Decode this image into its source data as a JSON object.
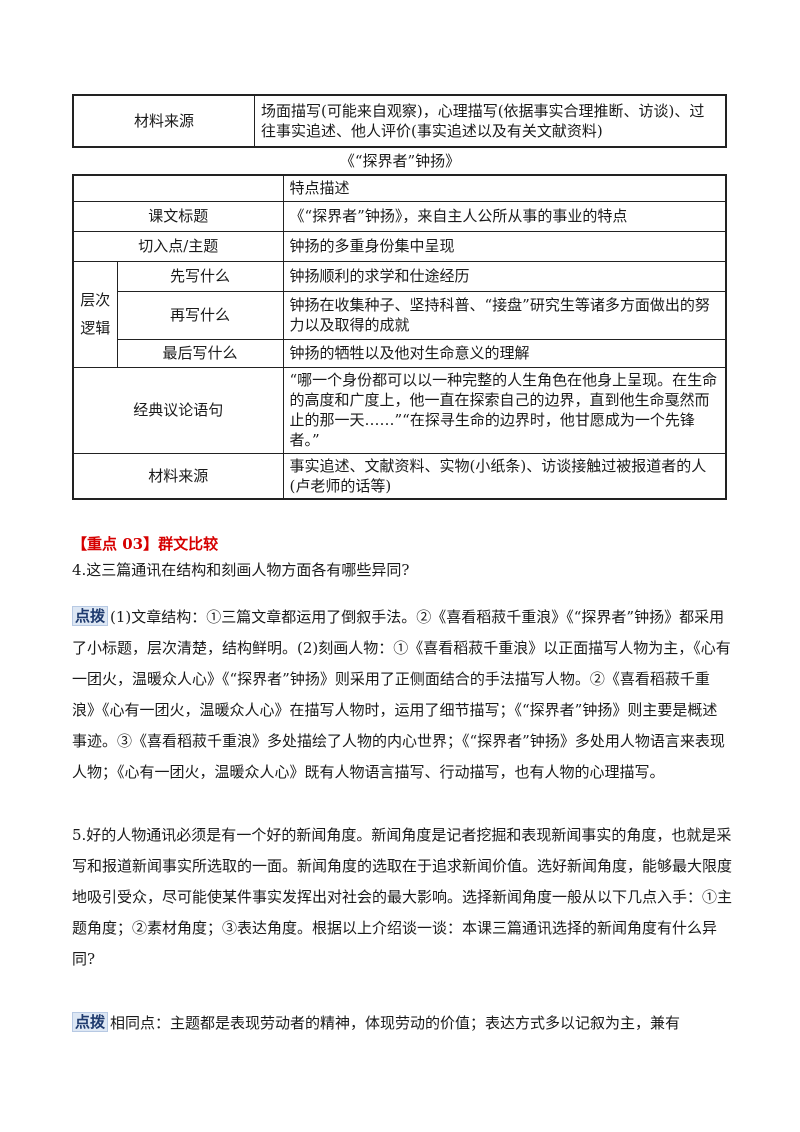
{
  "table1": {
    "label": "材料来源",
    "text": "场面描写(可能来自观察)，心理描写(依据事实合理推断、访谈)、过往事实追述、他人评价(事实追述以及有关文献资料)"
  },
  "caption": "《“探界者”钟扬》",
  "table2": {
    "header": "特点描述",
    "rows": [
      {
        "label": "课文标题",
        "text": "《“探界者”钟扬》，来自主人公所从事的事业的特点"
      },
      {
        "label": "切入点/主题",
        "text": "钟扬的多重身份集中呈现"
      }
    ],
    "group_label": "层次逻辑",
    "sub_rows": [
      {
        "label": "先写什么",
        "text": "钟扬顺利的求学和仕途经历"
      },
      {
        "label": "再写什么",
        "text": "钟扬在收集种子、坚持科普、“接盘”研究生等诸多方面做出的努力以及取得的成就"
      },
      {
        "label": "最后写什么",
        "text": "钟扬的牺牲以及他对生命意义的理解"
      }
    ],
    "quote_label": "经典议论语句",
    "quote_text": "“哪一个身份都可以以一种完整的人生角色在他身上呈现。在生命的高度和广度上，他一直在探索自己的边界，直到他生命戛然而止的那一天……”“在探寻生命的边界时，他甘愿成为一个先锋者。”",
    "source_label": "材料来源",
    "source_text": "事实追述、文献资料、实物(小纸条)、访谈接触过被报道者的人(卢老师的话等)"
  },
  "section": {
    "tag": "【重点 03】",
    "title": "群文比较"
  },
  "q4": "4.这三篇通讯在结构和刻画人物方面各有哪些异同?",
  "badge": "点拨",
  "a4": "(1)文章结构：①三篇文章都运用了倒叙手法。②《喜看稻菽千重浪》《“探界者”钟扬》都采用了小标题，层次清楚，结构鲜明。(2)刻画人物：①《喜看稻菽千重浪》以正面描写人物为主，《心有一团火，温暖众人心》《“探界者”钟扬》则采用了正侧面结合的手法描写人物。②《喜看稻菽千重浪》《心有一团火，温暖众人心》在描写人物时，运用了细节描写；《“探界者”钟扬》则主要是概述事迹。③《喜看稻菽千重浪》多处描绘了人物的内心世界；《“探界者”钟扬》多处用人物语言来表现人物；《心有一团火，温暖众人心》既有人物语言描写、行动描写，也有人物的心理描写。",
  "q5": "5.好的人物通讯必须是有一个好的新闻角度。新闻角度是记者挖掘和表现新闻事实的角度，也就是采写和报道新闻事实所选取的一面。新闻角度的选取在于追求新闻价值。选好新闻角度，能够最大限度地吸引受众，尽可能使某件事实发挥出对社会的最大影响。选择新闻角度一般从以下几点入手：①主题角度；②素材角度；③表达角度。根据以上介绍谈一谈：本课三篇通讯选择的新闻角度有什么异同?",
  "a5": "相同点：主题都是表现劳动者的精神，体现劳动的价值；表达方式多以记叙为主，兼有"
}
